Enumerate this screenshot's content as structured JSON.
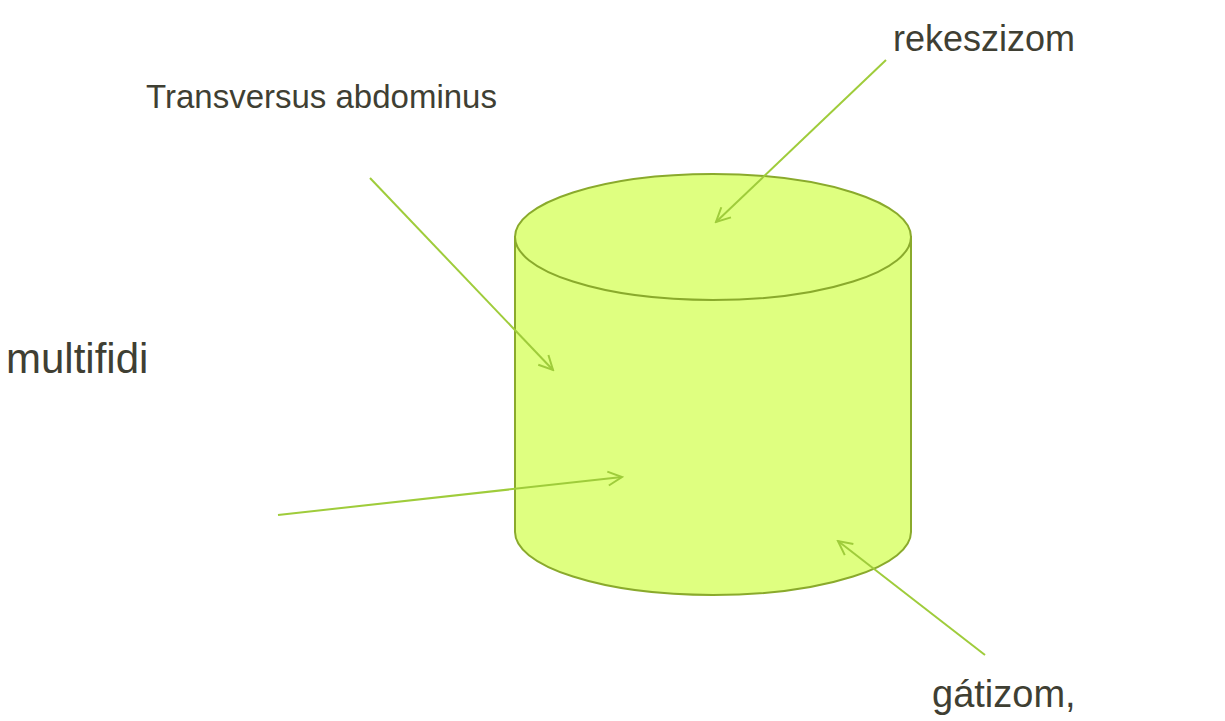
{
  "diagram": {
    "labels": [
      "rekeszizom",
      "Transversus abdominus",
      "multifidi",
      "gátizom,"
    ]
  }
}
